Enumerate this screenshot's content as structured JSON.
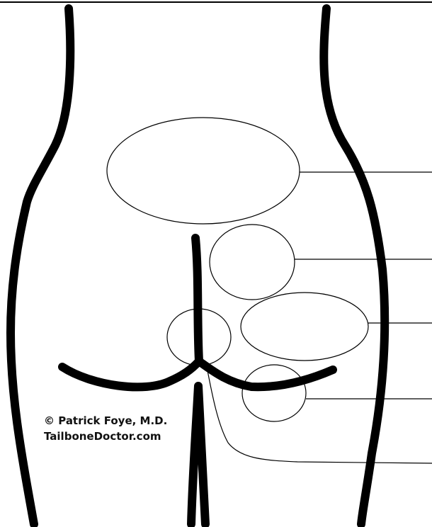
{
  "figure": {
    "subject": "posterior view of lower back and buttocks with coccyx region and blank label callouts",
    "label_count": 5,
    "credit_line_1": "© Patrick Foye, M.D.",
    "credit_line_2": "TailboneDoctor.com"
  },
  "colors": {
    "outline": "#000000",
    "background": "#ffffff",
    "text": "#111111"
  }
}
